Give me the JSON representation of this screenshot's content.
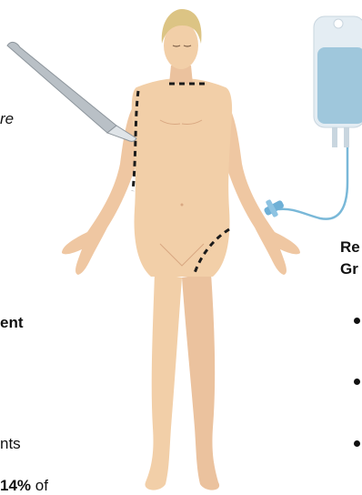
{
  "left_fragments": {
    "line1": "re",
    "line2": "ent",
    "line3": "nts",
    "line4_bold": "14%",
    "line4_rest": " of"
  },
  "right_fragments": {
    "line1": "Re",
    "line2": "Gr"
  },
  "icons": [
    "scalpel-icon",
    "iv-bag-icon",
    "iv-catheter-icon",
    "human-figure"
  ],
  "colors": {
    "skin": "#f2cfa8",
    "skin_shade": "#e7b894",
    "hair": "#dcc484",
    "iv_fluid": "#9fc7dc",
    "tube": "#79b8d8",
    "dashes": "#1b1b1b"
  }
}
